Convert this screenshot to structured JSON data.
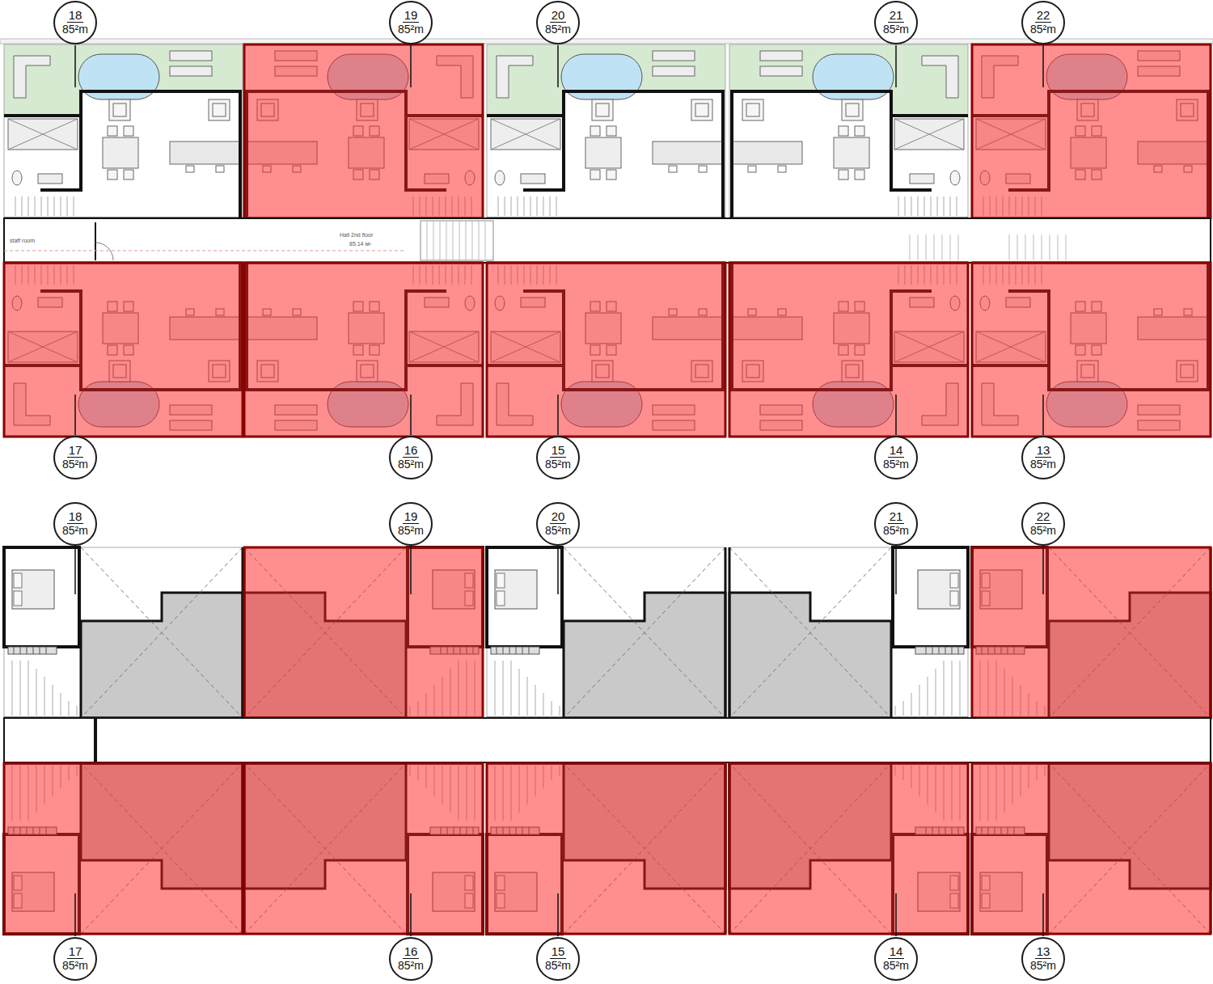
{
  "diagram": {
    "nodes": [
      {
        "text": [
          "18",
          "85²m"
        ]
      },
      {
        "text": [
          "19",
          "85²m"
        ]
      },
      {
        "text": [
          "20",
          "85²m"
        ]
      },
      {
        "text": [
          "21",
          "85²m"
        ]
      },
      {
        "text": [
          "22",
          "85²m"
        ]
      },
      {
        "text": [
          "17",
          "85²m"
        ]
      },
      {
        "text": [
          "16",
          "85²m"
        ]
      },
      {
        "text": [
          "15",
          "85²m"
        ]
      },
      {
        "text": [
          "14",
          "85²m"
        ]
      },
      {
        "text": [
          "13",
          "85²m"
        ]
      },
      {
        "text": [
          "18",
          "85²m"
        ]
      },
      {
        "text": [
          "19",
          "85²m"
        ]
      },
      {
        "text": [
          "20",
          "85²m"
        ]
      },
      {
        "text": [
          "21",
          "85²m"
        ]
      },
      {
        "text": [
          "22",
          "85²m"
        ]
      },
      {
        "text": [
          "17",
          "85²m"
        ]
      },
      {
        "text": [
          "16",
          "85²m"
        ]
      },
      {
        "text": [
          "15",
          "85²m"
        ]
      },
      {
        "text": [
          "14",
          "85²m"
        ]
      },
      {
        "text": [
          "13",
          "85²m"
        ]
      }
    ],
    "labels": [
      "staff room",
      "Hall 2nd floor",
      "85.14 м²"
    ]
  }
}
